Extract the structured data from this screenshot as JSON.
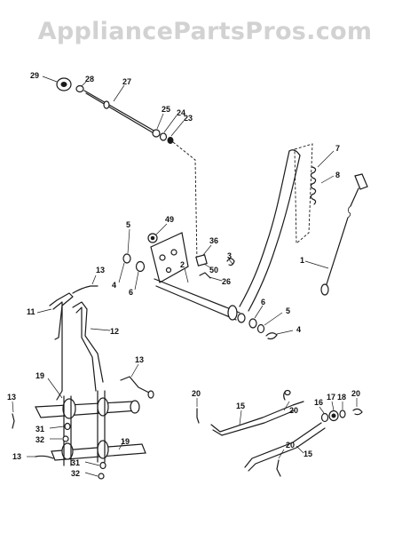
{
  "watermark": "AppliancePartsPros.com",
  "callouts": {
    "c29": "29",
    "c28": "28",
    "c27": "27",
    "c25": "25",
    "c24": "24",
    "c23": "23",
    "c7": "7",
    "c8": "8",
    "c49": "49",
    "c5a": "5",
    "c36": "36",
    "c3": "3",
    "c2": "2",
    "c50": "50",
    "c26": "26",
    "c1": "1",
    "c13a": "13",
    "c4a": "4",
    "c6a": "6",
    "c11": "11",
    "c12": "12",
    "c6b": "6",
    "c5b": "5",
    "c4b": "4",
    "c13b": "13",
    "c19a": "19",
    "c13c": "13",
    "c31a": "31",
    "c32a": "32",
    "c19b": "19",
    "c13d": "13",
    "c31b": "31",
    "c32b": "32",
    "c20a": "20",
    "c15a": "15",
    "c20b": "20",
    "c16": "16",
    "c17": "17",
    "c18": "18",
    "c20c": "20",
    "c20d": "20",
    "c15b": "15"
  }
}
